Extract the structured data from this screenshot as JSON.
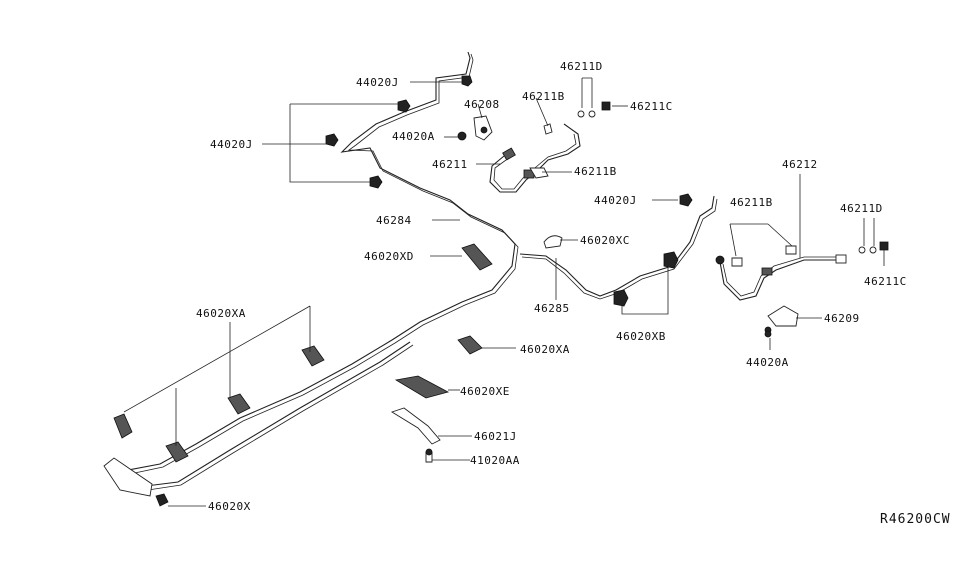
{
  "diagram": {
    "reference_code": "R46200CW",
    "callouts": {
      "c_44020J_top": "44020J",
      "c_44020J_left": "44020J",
      "c_46208": "46208",
      "c_44020A_top": "44020A",
      "c_46211": "46211",
      "c_46211B_a": "46211B",
      "c_46211B_b": "46211B",
      "c_46211D_a": "46211D",
      "c_46211C_a": "46211C",
      "c_46284": "46284",
      "c_46020XD": "46020XD",
      "c_46020XC": "46020XC",
      "c_46285": "46285",
      "c_46020XB": "46020XB",
      "c_44020J_mid": "44020J",
      "c_46212": "46212",
      "c_46211B_c": "46211B",
      "c_46211D_b": "46211D",
      "c_46211C_b": "46211C",
      "c_46209": "46209",
      "c_44020A_bot": "44020A",
      "c_46020XA_left": "46020XA",
      "c_46020XA_right": "46020XA",
      "c_46020XE": "46020XE",
      "c_46021J": "46021J",
      "c_41020AA": "41020AA",
      "c_46020X": "46020X"
    }
  }
}
